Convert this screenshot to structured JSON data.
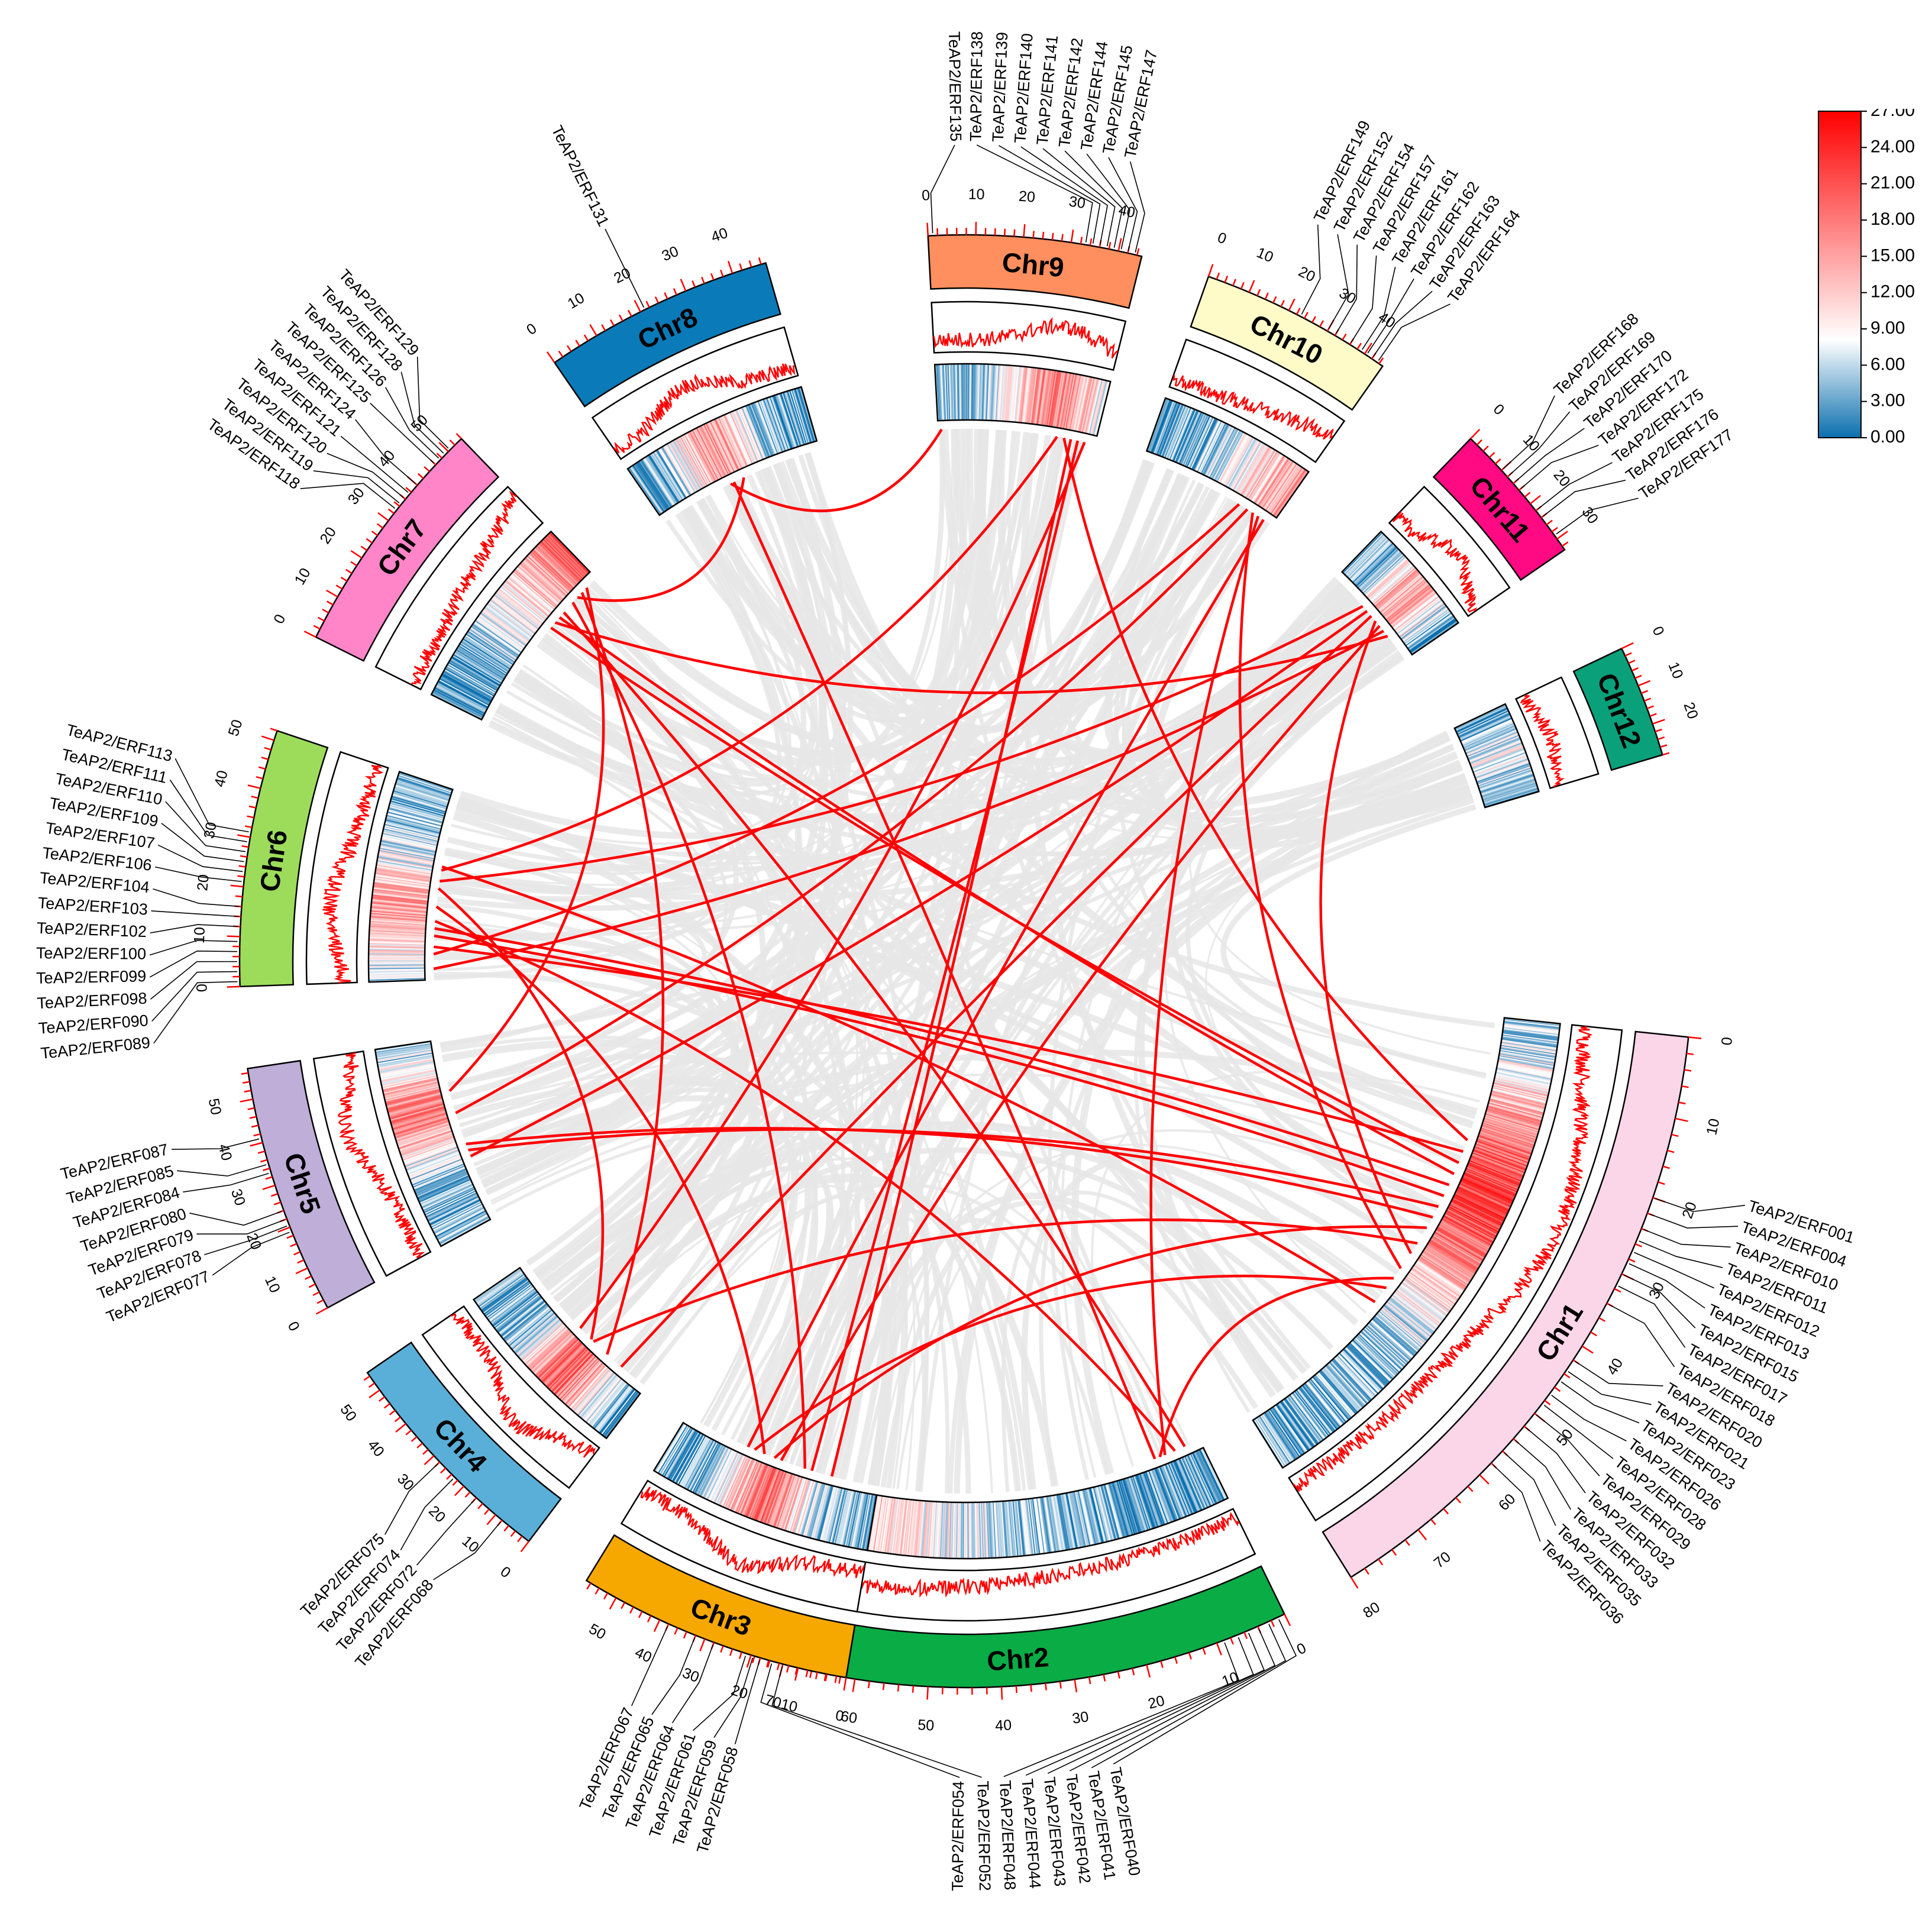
{
  "chart_data": {
    "type": "circos",
    "chromosomes": [
      {
        "name": "Chr1",
        "length": 80,
        "color": "#fbd5e8",
        "ticks": [
          0,
          10,
          20,
          30,
          40,
          50,
          60,
          70,
          80
        ]
      },
      {
        "name": "Chr2",
        "length": 75,
        "color": "#0aac45",
        "ticks": [
          0,
          10,
          20,
          30,
          40,
          50,
          60,
          70
        ]
      },
      {
        "name": "Chr3",
        "length": 57,
        "color": "#f7a800",
        "ticks": [
          0,
          10,
          20,
          30,
          40,
          50
        ]
      },
      {
        "name": "Chr4",
        "length": 55,
        "color": "#5aafd8",
        "ticks": [
          0,
          10,
          20,
          30,
          40,
          50
        ]
      },
      {
        "name": "Chr5",
        "length": 57,
        "color": "#bfaed8",
        "ticks": [
          0,
          10,
          20,
          30,
          40,
          50
        ]
      },
      {
        "name": "Chr6",
        "length": 52,
        "color": "#9ddc5b",
        "ticks": [
          0,
          10,
          20,
          30,
          40,
          50
        ]
      },
      {
        "name": "Chr7",
        "length": 54,
        "color": "#ff85c8",
        "ticks": [
          0,
          10,
          20,
          30,
          40,
          50
        ]
      },
      {
        "name": "Chr8",
        "length": 47,
        "color": "#0a7bb8",
        "ticks": [
          0,
          10,
          20,
          30,
          40
        ]
      },
      {
        "name": "Chr9",
        "length": 45,
        "color": "#ff8f5e",
        "ticks": [
          0,
          10,
          20,
          30,
          40
        ]
      },
      {
        "name": "Chr10",
        "length": 45,
        "color": "#fefbc8",
        "ticks": [
          0,
          10,
          20,
          30,
          40
        ]
      },
      {
        "name": "Chr11",
        "length": 33,
        "color": "#ff0a82",
        "ticks": [
          0,
          10,
          20,
          30
        ]
      },
      {
        "name": "Chr12",
        "length": 28,
        "color": "#0aa07a",
        "ticks": [
          0,
          10,
          20
        ]
      }
    ],
    "genes": [
      {
        "chr": "Chr1",
        "pos": 20,
        "name": "TeAP2/ERF001"
      },
      {
        "chr": "Chr1",
        "pos": 22,
        "name": "TeAP2/ERF004"
      },
      {
        "chr": "Chr1",
        "pos": 24,
        "name": "TeAP2/ERF010"
      },
      {
        "chr": "Chr1",
        "pos": 25.5,
        "name": "TeAP2/ERF011"
      },
      {
        "chr": "Chr1",
        "pos": 27,
        "name": "TeAP2/ERF012"
      },
      {
        "chr": "Chr1",
        "pos": 28.5,
        "name": "TeAP2/ERF013"
      },
      {
        "chr": "Chr1",
        "pos": 30,
        "name": "TeAP2/ERF015"
      },
      {
        "chr": "Chr1",
        "pos": 31.5,
        "name": "TeAP2/ERF017"
      },
      {
        "chr": "Chr1",
        "pos": 34,
        "name": "TeAP2/ERF018"
      },
      {
        "chr": "Chr1",
        "pos": 42,
        "name": "TeAP2/ERF020"
      },
      {
        "chr": "Chr1",
        "pos": 43.5,
        "name": "TeAP2/ERF021"
      },
      {
        "chr": "Chr1",
        "pos": 45,
        "name": "TeAP2/ERF023"
      },
      {
        "chr": "Chr1",
        "pos": 47,
        "name": "TeAP2/ERF026"
      },
      {
        "chr": "Chr1",
        "pos": 48.5,
        "name": "TeAP2/ERF028"
      },
      {
        "chr": "Chr1",
        "pos": 50,
        "name": "TeAP2/ERF029"
      },
      {
        "chr": "Chr1",
        "pos": 52,
        "name": "TeAP2/ERF032"
      },
      {
        "chr": "Chr1",
        "pos": 54,
        "name": "TeAP2/ERF033"
      },
      {
        "chr": "Chr1",
        "pos": 56,
        "name": "TeAP2/ERF035"
      },
      {
        "chr": "Chr1",
        "pos": 58,
        "name": "TeAP2/ERF036"
      },
      {
        "chr": "Chr2",
        "pos": 1,
        "name": "TeAP2/ERF040"
      },
      {
        "chr": "Chr2",
        "pos": 2.5,
        "name": "TeAP2/ERF041"
      },
      {
        "chr": "Chr2",
        "pos": 4,
        "name": "TeAP2/ERF042"
      },
      {
        "chr": "Chr2",
        "pos": 5.5,
        "name": "TeAP2/ERF043"
      },
      {
        "chr": "Chr2",
        "pos": 7,
        "name": "TeAP2/ERF044"
      },
      {
        "chr": "Chr2",
        "pos": 9,
        "name": "TeAP2/ERF048"
      },
      {
        "chr": "Chr2",
        "pos": 70,
        "name": "TeAP2/ERF052"
      },
      {
        "chr": "Chr2",
        "pos": 71.5,
        "name": "TeAP2/ERF054"
      },
      {
        "chr": "Chr3",
        "pos": 18,
        "name": "TeAP2/ERF058"
      },
      {
        "chr": "Chr3",
        "pos": 19.5,
        "name": "TeAP2/ERF059"
      },
      {
        "chr": "Chr3",
        "pos": 21,
        "name": "TeAP2/ERF061"
      },
      {
        "chr": "Chr3",
        "pos": 28,
        "name": "TeAP2/ERF064"
      },
      {
        "chr": "Chr3",
        "pos": 32,
        "name": "TeAP2/ERF065"
      },
      {
        "chr": "Chr3",
        "pos": 38,
        "name": "TeAP2/ERF067"
      },
      {
        "chr": "Chr4",
        "pos": 8,
        "name": "TeAP2/ERF068"
      },
      {
        "chr": "Chr4",
        "pos": 16,
        "name": "TeAP2/ERF072"
      },
      {
        "chr": "Chr4",
        "pos": 23,
        "name": "TeAP2/ERF074"
      },
      {
        "chr": "Chr4",
        "pos": 28,
        "name": "TeAP2/ERF075"
      },
      {
        "chr": "Chr5",
        "pos": 19,
        "name": "TeAP2/ERF077"
      },
      {
        "chr": "Chr5",
        "pos": 20.5,
        "name": "TeAP2/ERF078"
      },
      {
        "chr": "Chr5",
        "pos": 22,
        "name": "TeAP2/ERF079"
      },
      {
        "chr": "Chr5",
        "pos": 24,
        "name": "TeAP2/ERF080"
      },
      {
        "chr": "Chr5",
        "pos": 33,
        "name": "TeAP2/ERF084"
      },
      {
        "chr": "Chr5",
        "pos": 35,
        "name": "TeAP2/ERF085"
      },
      {
        "chr": "Chr5",
        "pos": 41,
        "name": "TeAP2/ERF087"
      },
      {
        "chr": "Chr6",
        "pos": 1,
        "name": "TeAP2/ERF089"
      },
      {
        "chr": "Chr6",
        "pos": 3,
        "name": "TeAP2/ERF090"
      },
      {
        "chr": "Chr6",
        "pos": 5,
        "name": "TeAP2/ERF098"
      },
      {
        "chr": "Chr6",
        "pos": 7,
        "name": "TeAP2/ERF099"
      },
      {
        "chr": "Chr6",
        "pos": 9,
        "name": "TeAP2/ERF100"
      },
      {
        "chr": "Chr6",
        "pos": 12,
        "name": "TeAP2/ERF102"
      },
      {
        "chr": "Chr6",
        "pos": 14,
        "name": "TeAP2/ERF103"
      },
      {
        "chr": "Chr6",
        "pos": 16,
        "name": "TeAP2/ERF104"
      },
      {
        "chr": "Chr6",
        "pos": 21,
        "name": "TeAP2/ERF106"
      },
      {
        "chr": "Chr6",
        "pos": 23,
        "name": "TeAP2/ERF107"
      },
      {
        "chr": "Chr6",
        "pos": 25,
        "name": "TeAP2/ERF109"
      },
      {
        "chr": "Chr6",
        "pos": 27,
        "name": "TeAP2/ERF110"
      },
      {
        "chr": "Chr6",
        "pos": 29,
        "name": "TeAP2/ERF111"
      },
      {
        "chr": "Chr6",
        "pos": 31,
        "name": "TeAP2/ERF113"
      },
      {
        "chr": "Chr7",
        "pos": 33,
        "name": "TeAP2/ERF118"
      },
      {
        "chr": "Chr7",
        "pos": 34.5,
        "name": "TeAP2/ERF119"
      },
      {
        "chr": "Chr7",
        "pos": 36,
        "name": "TeAP2/ERF120"
      },
      {
        "chr": "Chr7",
        "pos": 37.5,
        "name": "TeAP2/ERF121"
      },
      {
        "chr": "Chr7",
        "pos": 40,
        "name": "TeAP2/ERF124"
      },
      {
        "chr": "Chr7",
        "pos": 46,
        "name": "TeAP2/ERF125"
      },
      {
        "chr": "Chr7",
        "pos": 47.5,
        "name": "TeAP2/ERF126"
      },
      {
        "chr": "Chr7",
        "pos": 49,
        "name": "TeAP2/ERF128"
      },
      {
        "chr": "Chr7",
        "pos": 50.5,
        "name": "TeAP2/ERF129"
      },
      {
        "chr": "Chr8",
        "pos": 21,
        "name": "TeAP2/ERF131"
      },
      {
        "chr": "Chr9",
        "pos": 1,
        "name": "TeAP2/ERF135"
      },
      {
        "chr": "Chr9",
        "pos": 33,
        "name": "TeAP2/ERF138"
      },
      {
        "chr": "Chr9",
        "pos": 34.5,
        "name": "TeAP2/ERF139"
      },
      {
        "chr": "Chr9",
        "pos": 36,
        "name": "TeAP2/ERF140"
      },
      {
        "chr": "Chr9",
        "pos": 37.5,
        "name": "TeAP2/ERF141"
      },
      {
        "chr": "Chr9",
        "pos": 39,
        "name": "TeAP2/ERF142"
      },
      {
        "chr": "Chr9",
        "pos": 40.5,
        "name": "TeAP2/ERF144"
      },
      {
        "chr": "Chr9",
        "pos": 42,
        "name": "TeAP2/ERF145"
      },
      {
        "chr": "Chr9",
        "pos": 43.5,
        "name": "TeAP2/ERF147"
      },
      {
        "chr": "Chr10",
        "pos": 23,
        "name": "TeAP2/ERF149"
      },
      {
        "chr": "Chr10",
        "pos": 30,
        "name": "TeAP2/ERF152"
      },
      {
        "chr": "Chr10",
        "pos": 32,
        "name": "TeAP2/ERF154"
      },
      {
        "chr": "Chr10",
        "pos": 36,
        "name": "TeAP2/ERF157"
      },
      {
        "chr": "Chr10",
        "pos": 39,
        "name": "TeAP2/ERF161"
      },
      {
        "chr": "Chr10",
        "pos": 40.5,
        "name": "TeAP2/ERF162"
      },
      {
        "chr": "Chr10",
        "pos": 42,
        "name": "TeAP2/ERF163"
      },
      {
        "chr": "Chr10",
        "pos": 43.5,
        "name": "TeAP2/ERF164"
      },
      {
        "chr": "Chr11",
        "pos": 10,
        "name": "TeAP2/ERF168"
      },
      {
        "chr": "Chr11",
        "pos": 12,
        "name": "TeAP2/ERF169"
      },
      {
        "chr": "Chr11",
        "pos": 14,
        "name": "TeAP2/ERF170"
      },
      {
        "chr": "Chr11",
        "pos": 16,
        "name": "TeAP2/ERF172"
      },
      {
        "chr": "Chr11",
        "pos": 22,
        "name": "TeAP2/ERF175"
      },
      {
        "chr": "Chr11",
        "pos": 24,
        "name": "TeAP2/ERF176"
      },
      {
        "chr": "Chr11",
        "pos": 29,
        "name": "TeAP2/ERF177"
      }
    ],
    "links": [
      [
        "Chr1",
        25,
        "Chr7",
        34
      ],
      [
        "Chr1",
        27,
        "Chr7",
        38
      ],
      [
        "Chr1",
        29,
        "Chr6",
        14
      ],
      [
        "Chr1",
        31,
        "Chr6",
        12
      ],
      [
        "Chr1",
        33,
        "Chr5",
        22
      ],
      [
        "Chr1",
        35,
        "Chr5",
        24
      ],
      [
        "Chr1",
        37,
        "Chr3",
        30
      ],
      [
        "Chr1",
        40,
        "Chr4",
        22
      ],
      [
        "Chr1",
        42,
        "Chr11",
        18
      ],
      [
        "Chr1",
        45,
        "Chr10",
        38
      ],
      [
        "Chr1",
        47,
        "Chr2",
        8
      ],
      [
        "Chr1",
        49,
        "Chr3",
        36
      ],
      [
        "Chr1",
        23,
        "Chr6",
        9
      ],
      [
        "Chr1",
        21,
        "Chr9",
        36
      ],
      [
        "Chr2",
        3,
        "Chr7",
        40
      ],
      [
        "Chr2",
        5,
        "Chr6",
        16
      ],
      [
        "Chr2",
        7,
        "Chr10",
        40
      ],
      [
        "Chr2",
        9,
        "Chr8",
        22
      ],
      [
        "Chr2",
        70,
        "Chr9",
        38
      ],
      [
        "Chr3",
        19,
        "Chr9",
        40
      ],
      [
        "Chr3",
        21,
        "Chr7",
        44
      ],
      [
        "Chr3",
        28,
        "Chr11",
        20
      ],
      [
        "Chr3",
        33,
        "Chr6",
        20
      ],
      [
        "Chr3",
        38,
        "Chr10",
        42
      ],
      [
        "Chr4",
        10,
        "Chr11",
        16
      ],
      [
        "Chr4",
        16,
        "Chr7",
        48
      ],
      [
        "Chr4",
        23,
        "Chr6",
        25
      ],
      [
        "Chr4",
        28,
        "Chr9",
        42
      ],
      [
        "Chr5",
        20,
        "Chr11",
        14
      ],
      [
        "Chr5",
        34,
        "Chr10",
        36
      ],
      [
        "Chr5",
        41,
        "Chr7",
        50
      ],
      [
        "Chr6",
        3,
        "Chr11",
        22
      ],
      [
        "Chr6",
        7,
        "Chr10",
        33
      ],
      [
        "Chr6",
        27,
        "Chr11",
        12
      ],
      [
        "Chr6",
        30,
        "Chr9",
        34
      ],
      [
        "Chr7",
        46,
        "Chr8",
        25
      ],
      [
        "Chr8",
        21,
        "Chr9",
        1
      ],
      [
        "Chr7",
        36,
        "Chr11",
        24
      ],
      [
        "Chr6",
        31,
        "Chr1",
        52
      ]
    ],
    "legend": {
      "ticks": [
        "27.00",
        "24.00",
        "21.00",
        "18.00",
        "15.00",
        "12.00",
        "9.00",
        "6.00",
        "3.00",
        "0.00"
      ],
      "min": 0,
      "max": 27,
      "colors": {
        "high": "#ff0000",
        "mid": "#ffffff",
        "low": "#0a6fae"
      }
    }
  }
}
